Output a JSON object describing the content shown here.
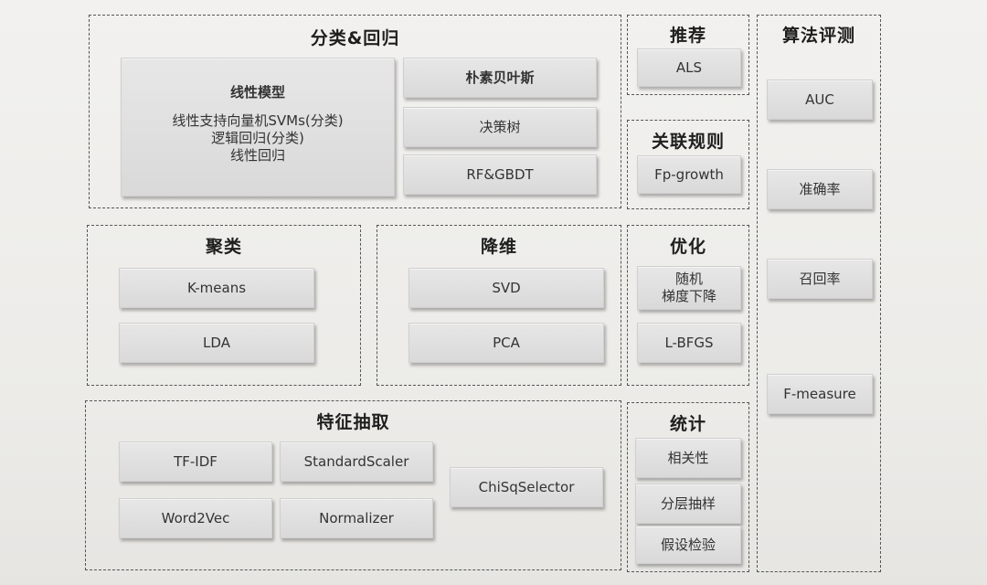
{
  "groups": {
    "classification": {
      "title": "分类&回归",
      "linear_model": {
        "title": "线性模型",
        "lines": [
          "线性支持向量机SVMs(分类)",
          "逻辑回归(分类)",
          "线性回归"
        ]
      },
      "items": [
        "朴素贝叶斯",
        "决策树",
        "RF&GBDT"
      ]
    },
    "recommendation": {
      "title": "推荐",
      "items": [
        "ALS"
      ]
    },
    "association": {
      "title": "关联规则",
      "items": [
        "Fp-growth"
      ]
    },
    "evaluation": {
      "title": "算法评测",
      "items": [
        "AUC",
        "准确率",
        "召回率",
        "F-measure"
      ]
    },
    "clustering": {
      "title": "聚类",
      "items": [
        "K-means",
        "LDA"
      ]
    },
    "dim_reduction": {
      "title": "降维",
      "items": [
        "SVD",
        "PCA"
      ]
    },
    "optimization": {
      "title": "优化",
      "items": [
        [
          "随机",
          "梯度下降"
        ],
        "L-BFGS"
      ]
    },
    "feature_extraction": {
      "title": "特征抽取",
      "items": [
        "TF-IDF",
        "StandardScaler",
        "Word2Vec",
        "Normalizer",
        "ChiSqSelector"
      ]
    },
    "statistics": {
      "title": "统计",
      "items": [
        "相关性",
        "分层抽样",
        "假设检验"
      ]
    }
  }
}
